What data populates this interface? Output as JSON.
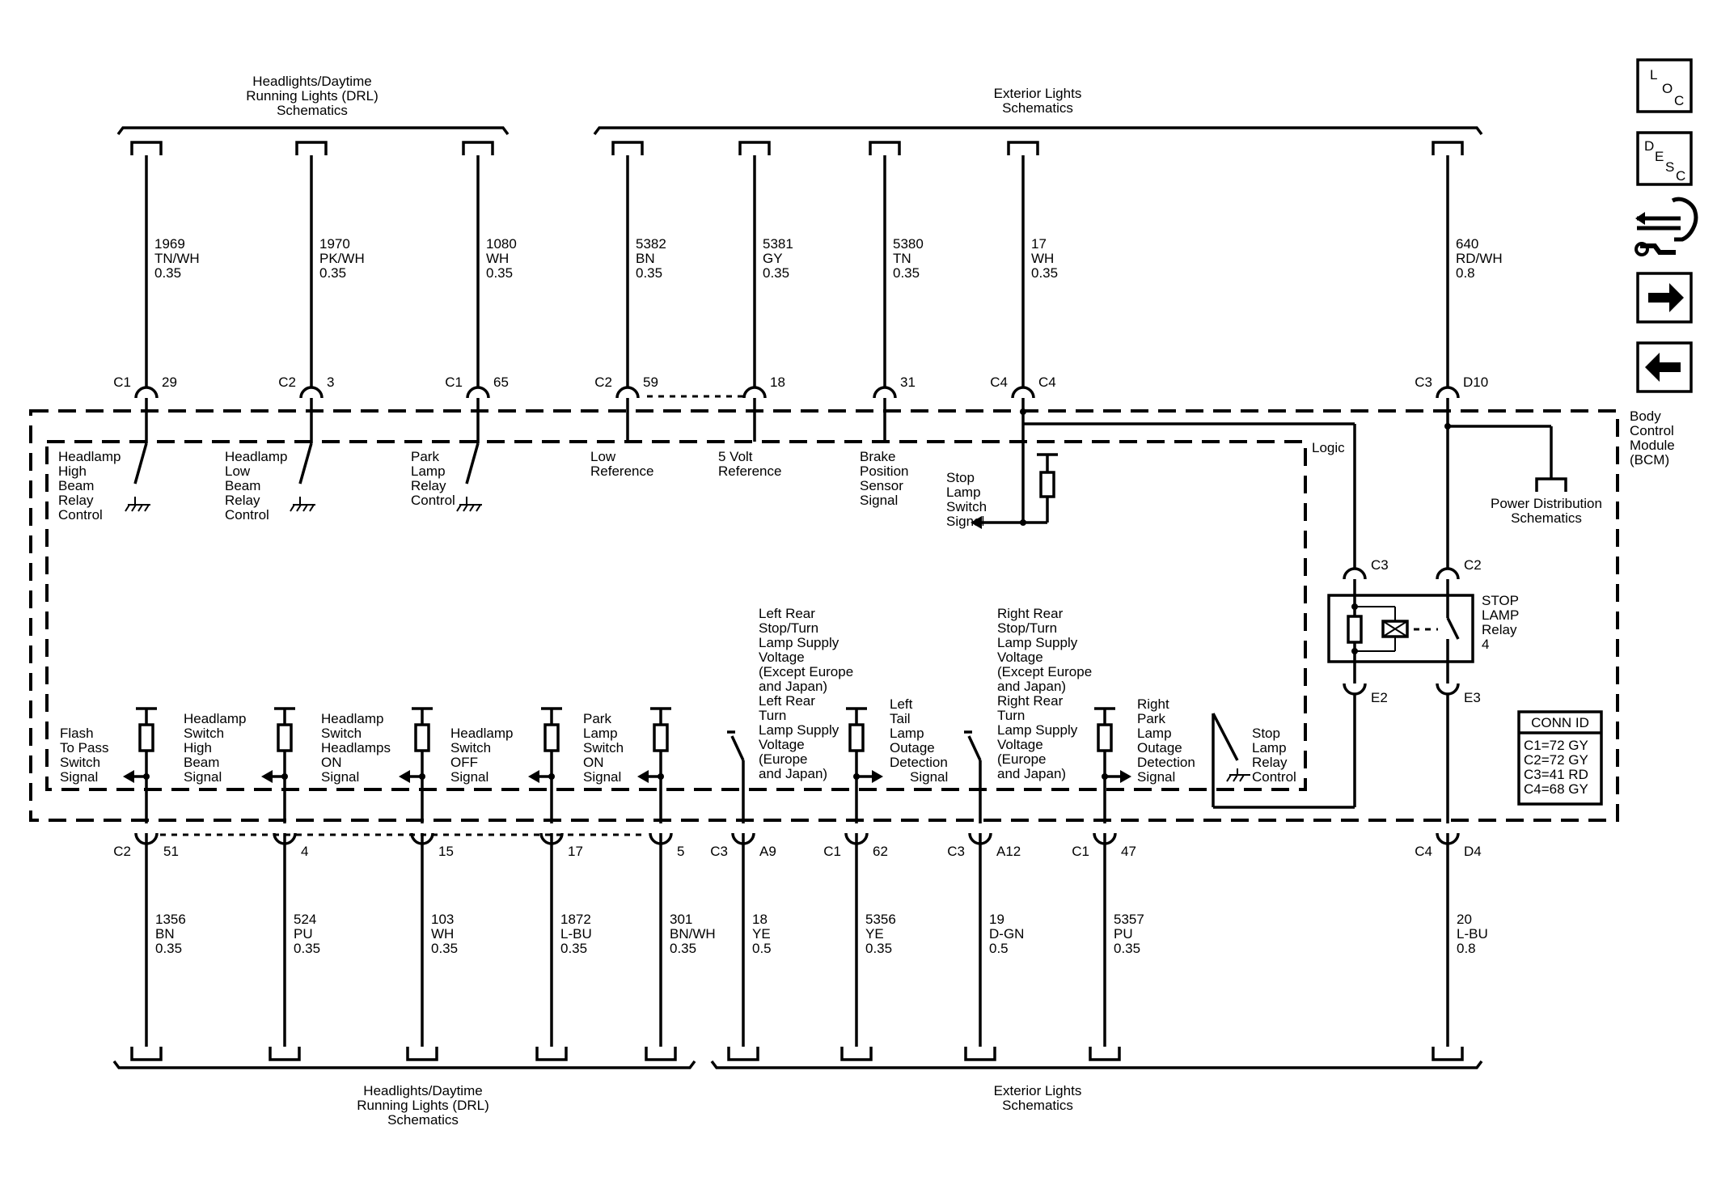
{
  "groups": {
    "top_left": [
      "Headlights/Daytime",
      "Running Lights (DRL)",
      "Schematics"
    ],
    "top_right": [
      "Exterior Lights",
      "Schematics"
    ],
    "bottom_left": [
      "Headlights/Daytime",
      "Running Lights (DRL)",
      "Schematics"
    ],
    "bottom_right": [
      "Exterior Lights",
      "Schematics"
    ]
  },
  "module": {
    "lines": [
      "Body",
      "Control",
      "Module",
      "(BCM)"
    ]
  },
  "logic_label": "Logic",
  "power_dist": [
    "Power Distribution",
    "Schematics"
  ],
  "relay": {
    "lines": [
      "STOP",
      "LAMP",
      "Relay",
      "4"
    ],
    "top_left": "C3",
    "top_right": "C2",
    "bot_left": "E2",
    "bot_right": "E3"
  },
  "conn_id": {
    "title": "CONN ID",
    "rows": [
      "C1=72 GY",
      "C2=72 GY",
      "C3=41 RD",
      "C4=68 GY"
    ]
  },
  "nav": {
    "loc": [
      "L",
      "O",
      "C"
    ],
    "desc": [
      "D",
      "E",
      "S",
      "C"
    ]
  },
  "top_wires": [
    {
      "circuit": "1969",
      "color": "TN/WH",
      "gauge": "0.35",
      "conn": "C1",
      "pin": "29"
    },
    {
      "circuit": "1970",
      "color": "PK/WH",
      "gauge": "0.35",
      "conn": "C2",
      "pin": "3"
    },
    {
      "circuit": "1080",
      "color": "WH",
      "gauge": "0.35",
      "conn": "C1",
      "pin": "65"
    },
    {
      "circuit": "5382",
      "color": "BN",
      "gauge": "0.35",
      "conn": "C2",
      "pin": "59"
    },
    {
      "circuit": "5381",
      "color": "GY",
      "gauge": "0.35",
      "conn": "",
      "pin": "18"
    },
    {
      "circuit": "5380",
      "color": "TN",
      "gauge": "0.35",
      "conn": "",
      "pin": "31"
    },
    {
      "circuit": "17",
      "color": "WH",
      "gauge": "0.35",
      "conn": "C4",
      "pin": "C4"
    },
    {
      "circuit": "640",
      "color": "RD/WH",
      "gauge": "0.8",
      "conn": "C3",
      "pin": "D10"
    }
  ],
  "top_labels": [
    [
      "Headlamp",
      "High",
      "Beam",
      "Relay",
      "Control"
    ],
    [
      "Headlamp",
      "Low",
      "Beam",
      "Relay",
      "Control"
    ],
    [
      "Park",
      "Lamp",
      "Relay",
      "Control"
    ],
    [
      "Low",
      "Reference"
    ],
    [
      "5 Volt",
      "Reference"
    ],
    [
      "Brake",
      "Position",
      "Sensor",
      "Signal"
    ],
    [
      "Stop",
      "Lamp",
      "Switch",
      "Signal"
    ]
  ],
  "bottom_wires": [
    {
      "circuit": "1356",
      "color": "BN",
      "gauge": "0.35",
      "conn": "C2",
      "pin": "51"
    },
    {
      "circuit": "524",
      "color": "PU",
      "gauge": "0.35",
      "conn": "",
      "pin": "4"
    },
    {
      "circuit": "103",
      "color": "WH",
      "gauge": "0.35",
      "conn": "",
      "pin": "15"
    },
    {
      "circuit": "1872",
      "color": "L-BU",
      "gauge": "0.35",
      "conn": "",
      "pin": "17"
    },
    {
      "circuit": "301",
      "color": "BN/WH",
      "gauge": "0.35",
      "conn": "",
      "pin": "5"
    },
    {
      "circuit": "18",
      "color": "YE",
      "gauge": "0.5",
      "conn": "C3",
      "pin": "A9"
    },
    {
      "circuit": "5356",
      "color": "YE",
      "gauge": "0.35",
      "conn": "C1",
      "pin": "62"
    },
    {
      "circuit": "19",
      "color": "D-GN",
      "gauge": "0.5",
      "conn": "C3",
      "pin": "A12"
    },
    {
      "circuit": "5357",
      "color": "PU",
      "gauge": "0.35",
      "conn": "C1",
      "pin": "47"
    },
    {
      "circuit": "20",
      "color": "L-BU",
      "gauge": "0.8",
      "conn": "C4",
      "pin": "D4"
    }
  ],
  "bottom_labels": [
    [
      "Flash",
      "To Pass",
      "Switch",
      "Signal"
    ],
    [
      "Headlamp",
      "Switch",
      "High",
      "Beam",
      "Signal"
    ],
    [
      "Headlamp",
      "Switch",
      "Headlamps",
      "ON",
      "Signal"
    ],
    [
      "Headlamp",
      "Switch",
      "OFF",
      "Signal"
    ],
    [
      "Park",
      "Lamp",
      "Switch",
      "ON",
      "Signal"
    ],
    [
      "Left Rear",
      "Stop/Turn",
      "Lamp Supply",
      "Voltage",
      "(Except Europe",
      "and Japan)",
      "Left Rear",
      "Turn",
      "Lamp Supply",
      "Voltage",
      "(Europe",
      "and Japan)"
    ],
    [
      "Left",
      "Tail",
      "Lamp",
      "Outage",
      "Detection",
      "Signal"
    ],
    [
      "Right Rear",
      "Stop/Turn",
      "Lamp Supply",
      "Voltage",
      "(Except Europe",
      "and Japan)",
      "Right Rear",
      "Turn",
      "Lamp Supply",
      "Voltage",
      "(Europe",
      "and Japan)"
    ],
    [
      "Right",
      "Park",
      "Lamp",
      "Outage",
      "Detection",
      "Signal"
    ],
    [
      "Stop",
      "Lamp",
      "Relay",
      "Control"
    ]
  ]
}
